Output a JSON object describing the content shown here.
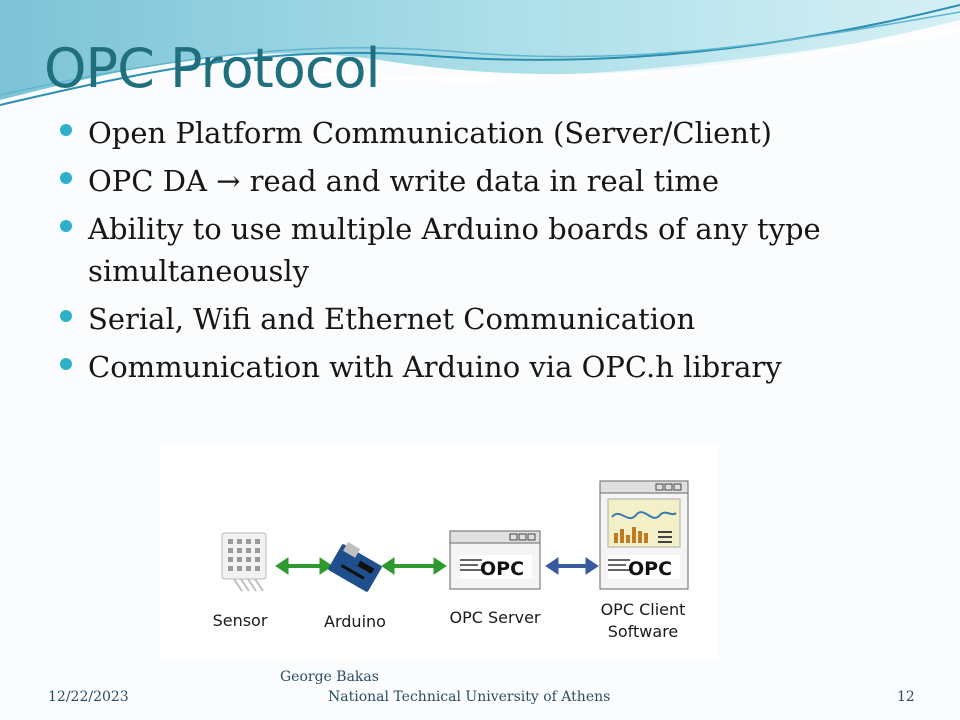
{
  "slide": {
    "title": "OPC Protocol",
    "bullets": [
      "Open Platform Communication (Server/Client)",
      "OPC DA → read and write data in real time",
      "Ability to use multiple Arduino boards of any type simultaneously",
      "Serial, Wifi and Ethernet Communication",
      "Communication with Arduino via OPC.h library"
    ]
  },
  "diagram": {
    "labels": {
      "sensor": "Sensor",
      "arduino": "Arduino",
      "opc_server": "OPC Server",
      "opc_client_line1": "OPC Client",
      "opc_client_line2": "Software"
    },
    "logo_text": "OPC",
    "colors": {
      "link_green": "#2e9a2e",
      "link_blue": "#3a5aa0"
    }
  },
  "footer": {
    "date": "12/22/2023",
    "author": "George Bakas",
    "institution": "National Technical University of Athens",
    "page_number": "12"
  }
}
